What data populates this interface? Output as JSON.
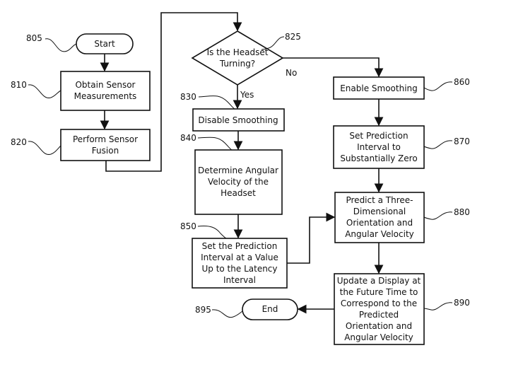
{
  "nodes": {
    "start": {
      "ref": "805",
      "lines": [
        "Start"
      ]
    },
    "obtain": {
      "ref": "810",
      "lines": [
        "Obtain Sensor",
        "Measurements"
      ]
    },
    "fusion": {
      "ref": "820",
      "lines": [
        "Perform Sensor",
        "Fusion"
      ]
    },
    "decision": {
      "ref": "825",
      "lines": [
        "Is the Headset",
        "Turning?"
      ]
    },
    "disable": {
      "ref": "830",
      "lines": [
        "Disable Smoothing"
      ]
    },
    "angular": {
      "ref": "840",
      "lines": [
        "Determine Angular",
        "Velocity of the",
        "Headset"
      ]
    },
    "setinterval": {
      "ref": "850",
      "lines": [
        "Set the Prediction",
        "Interval at a Value",
        "Up to the Latency",
        "Interval"
      ]
    },
    "enable": {
      "ref": "860",
      "lines": [
        "Enable Smoothing"
      ]
    },
    "setzero": {
      "ref": "870",
      "lines": [
        "Set Prediction",
        "Interval to",
        "Substantially Zero"
      ]
    },
    "predict": {
      "ref": "880",
      "lines": [
        "Predict a Three-",
        "Dimensional",
        "Orientation and",
        "Angular Velocity"
      ]
    },
    "update": {
      "ref": "890",
      "lines": [
        "Update a Display at",
        "the Future Time to",
        "Correspond to the",
        "Predicted",
        "Orientation and",
        "Angular Velocity"
      ]
    },
    "end": {
      "ref": "895",
      "lines": [
        "End"
      ]
    }
  },
  "branch_labels": {
    "yes": "Yes",
    "no": "No"
  },
  "colors": {
    "stroke": "#111111",
    "background": "#ffffff"
  }
}
